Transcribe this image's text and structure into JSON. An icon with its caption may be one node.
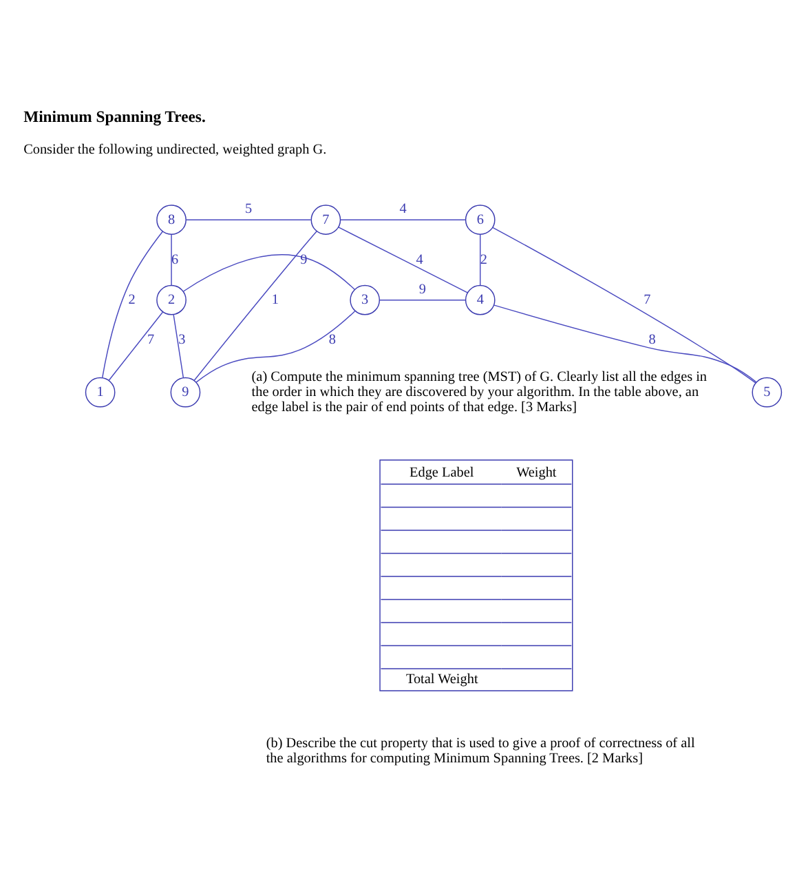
{
  "diagram": {
    "title": "Minimum Spanning Trees.",
    "nodes": [
      {
        "text": [
          "8"
        ]
      },
      {
        "text": [
          "7"
        ]
      },
      {
        "text": [
          "6"
        ]
      },
      {
        "text": [
          "1"
        ]
      },
      {
        "text": [
          "9"
        ]
      },
      {
        "text": [
          "5"
        ]
      },
      {
        "text": [
          "2"
        ]
      },
      {
        "text": [
          "3"
        ]
      },
      {
        "text": [
          "4"
        ]
      }
    ],
    "edges": [
      {
        "from": 3,
        "to": 0,
        "arrow": "none",
        "label": "2"
      },
      {
        "from": 3,
        "to": 6,
        "arrow": "none",
        "label": "7"
      },
      {
        "from": 0,
        "to": 1,
        "arrow": "none",
        "label": "5"
      },
      {
        "from": 0,
        "to": 6,
        "arrow": "none",
        "label": "6"
      },
      {
        "from": 6,
        "to": 4,
        "arrow": "none",
        "label": "3"
      },
      {
        "from": 4,
        "to": 1,
        "arrow": "none",
        "label": "1"
      },
      {
        "from": 4,
        "to": 7,
        "arrow": "none",
        "label": "8"
      },
      {
        "from": 6,
        "to": 7,
        "arrow": "none",
        "label": "9"
      },
      {
        "from": 1,
        "to": 2,
        "arrow": "none",
        "label": "4"
      },
      {
        "from": 1,
        "to": 8,
        "arrow": "none",
        "label": "4"
      },
      {
        "from": 2,
        "to": 8,
        "arrow": "none",
        "label": "2"
      },
      {
        "from": 2,
        "to": 5,
        "arrow": "none",
        "label": "7"
      },
      {
        "from": 8,
        "to": 5,
        "arrow": "none",
        "label": "8"
      },
      {
        "from": 7,
        "to": 8,
        "arrow": "none",
        "label": "9"
      }
    ],
    "labels": [
      "Consider the following undirected, weighted graph G.",
      "(a) Compute the minimum spanning tree (MST) of G. Clearly list all the edges in the order in which they are discovered by your algorithm. In the table above, an edge label is the pair of end points of that edge. [3 Marks]",
      "Edge Label",
      "Weight",
      "Total Weight",
      "(b) Describe the cut property that is used to give a proof of correctness of all the algorithms for computing Minimum Spanning Trees. [2 Marks]"
    ]
  }
}
